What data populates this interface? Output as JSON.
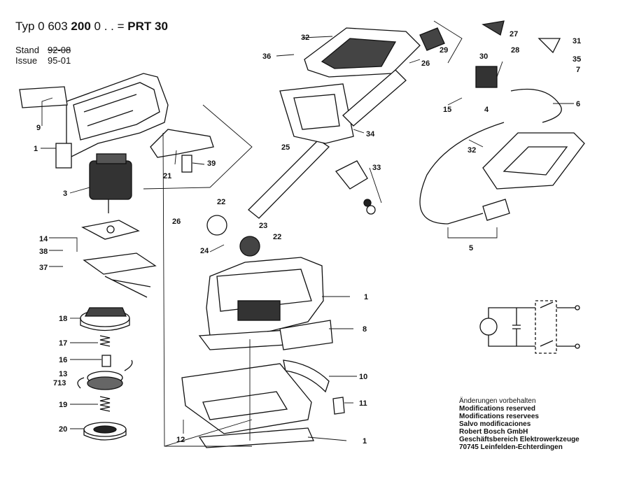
{
  "header": {
    "typ_label": "Typ",
    "typ_number": "0 603",
    "typ_number_bold": "200",
    "typ_suffix": "0 . . =",
    "model": "PRT 30",
    "stand_label": "Stand",
    "stand_value": "92-08",
    "issue_label": "Issue",
    "issue_value": "95-01"
  },
  "part_labels": [
    "1",
    "3",
    "4",
    "5",
    "6",
    "7",
    "8",
    "9",
    "10",
    "11",
    "12",
    "13",
    "713",
    "14",
    "15",
    "16",
    "17",
    "18",
    "19",
    "20",
    "21",
    "22",
    "22",
    "23",
    "24",
    "25",
    "26",
    "26",
    "27",
    "28",
    "29",
    "30",
    "31",
    "32",
    "32",
    "33",
    "34",
    "35",
    "36",
    "37",
    "38",
    "39",
    "1"
  ],
  "notes": {
    "line1": "Änderungen vorbehalten",
    "line2": "Modifications reserved",
    "line3": "Modifications reservees",
    "line4": "Salvo modificaciones",
    "line5": "Robert Bosch GmbH",
    "line6": "Geschäftsbereich Elektrowerkzeuge",
    "line7": "70745 Leinfelden-Echterdingen"
  }
}
